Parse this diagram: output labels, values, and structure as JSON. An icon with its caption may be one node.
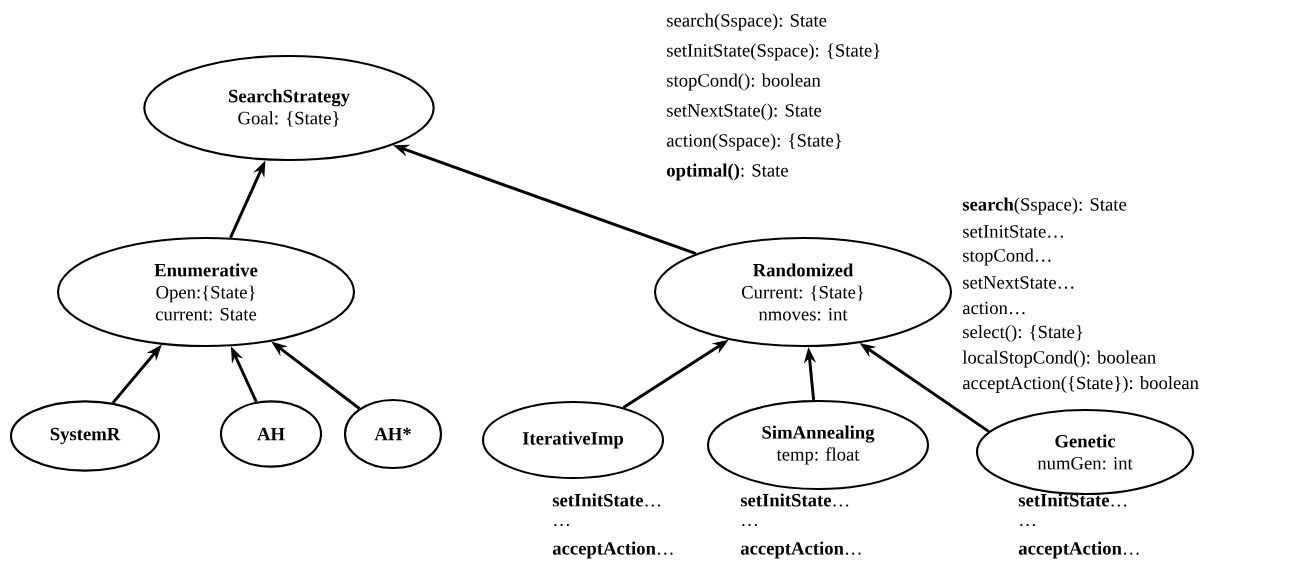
{
  "diagram": {
    "nodes": [
      {
        "text": [
          "SearchStrategy",
          "Goal: {State}"
        ],
        "beside": [
          "search(Sspace): State",
          "setInitState(Sspace): {State}",
          "stopCond(): boolean",
          "setNextState(): State",
          "action(Sspace): {State}",
          "**optimal()**: State"
        ]
      },
      {
        "text": [
          "Enumerative",
          "Open:{State}",
          "current: State"
        ]
      },
      {
        "text": [
          "SystemR"
        ]
      },
      {
        "text": [
          "AH"
        ]
      },
      {
        "text": [
          "AH*"
        ]
      },
      {
        "text": [
          "Randomized",
          "Current: {State}",
          "nmoves: int"
        ],
        "beside": [
          "**search**(Sspace): State",
          "setInitState…",
          "stopCond…",
          "setNextState…",
          "action…",
          "select(): {State}",
          "localStopCond(): boolean",
          "acceptAction({State}): boolean"
        ]
      },
      {
        "text": [
          "IterativeImp"
        ],
        "beside": [
          "**setInitState**…",
          "…",
          "**acceptAction**…"
        ]
      },
      {
        "text": [
          "SimAnnealing",
          "temp: float"
        ],
        "beside": [
          "**setInitState**…",
          "…",
          "**acceptAction**…"
        ]
      },
      {
        "text": [
          "Genetic",
          "numGen: int"
        ],
        "beside": [
          "**setInitState**…",
          "…",
          "**acceptAction**…"
        ]
      }
    ],
    "edges": [
      {
        "from": 1,
        "to": 0,
        "arrow": "to"
      },
      {
        "from": 5,
        "to": 0,
        "arrow": "to"
      },
      {
        "from": 2,
        "to": 1,
        "arrow": "to"
      },
      {
        "from": 3,
        "to": 1,
        "arrow": "to"
      },
      {
        "from": 4,
        "to": 1,
        "arrow": "to"
      },
      {
        "from": 6,
        "to": 5,
        "arrow": "to"
      },
      {
        "from": 7,
        "to": 5,
        "arrow": "to"
      },
      {
        "from": 8,
        "to": 5,
        "arrow": "to"
      }
    ]
  }
}
